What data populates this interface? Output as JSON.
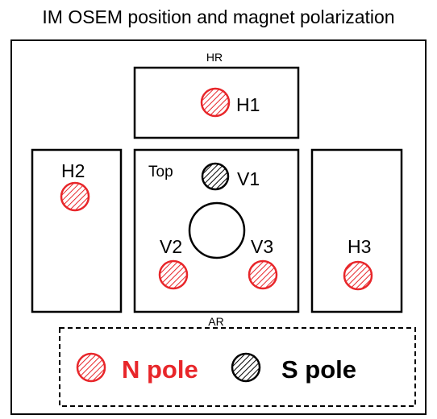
{
  "title": "IM OSEM position and magnet polarization",
  "labels": {
    "hr": "HR",
    "ar": "AR",
    "top": "Top",
    "h1": "H1",
    "h2": "H2",
    "h3": "H3",
    "v1": "V1",
    "v2": "V2",
    "v3": "V3"
  },
  "legend": {
    "n_pole": "N pole",
    "s_pole": "S pole"
  },
  "colors": {
    "n_pole": "#e8262a",
    "s_pole": "#000000"
  },
  "magnets": [
    {
      "id": "H1",
      "polarity": "N"
    },
    {
      "id": "H2",
      "polarity": "N"
    },
    {
      "id": "H3",
      "polarity": "N"
    },
    {
      "id": "V1",
      "polarity": "S"
    },
    {
      "id": "V2",
      "polarity": "N"
    },
    {
      "id": "V3",
      "polarity": "N"
    }
  ]
}
